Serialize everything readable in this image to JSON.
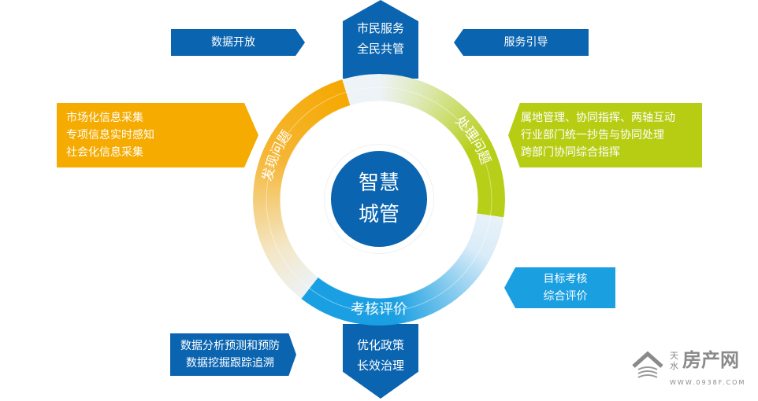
{
  "center": {
    "line1": "智慧",
    "line2": "城管"
  },
  "ring_labels": {
    "discover": "发现问题",
    "handle": "处理问题",
    "evaluate": "考核评价"
  },
  "top_banner": {
    "line1": "市民服务",
    "line2": "全民共管"
  },
  "data_open": "数据开放",
  "service_guide": "服务引导",
  "discover_box": [
    "市场化信息采集",
    "专项信息实时感知",
    "社会化信息采集"
  ],
  "handle_box": [
    "属地管理、协同指挥、两轴互动",
    "行业部门统一抄告与协同处理",
    "跨部门协同综合指挥"
  ],
  "evaluate_box": {
    "line1": "目标考核",
    "line2": "综合评价"
  },
  "analysis_box": {
    "line1": "数据分析预测和预防",
    "line2": "数据挖掘跟踪追溯"
  },
  "bottom_banner": {
    "line1": "优化政策",
    "line2": "长效治理"
  },
  "watermark": {
    "brand_small": "天水",
    "brand": "房产网",
    "url": "WWW.0938F.COM"
  },
  "colors": {
    "dark_blue": "#0a64b0",
    "orange": "#f5ab00",
    "green": "#b7cd14",
    "light_blue": "#1a9fe0"
  }
}
